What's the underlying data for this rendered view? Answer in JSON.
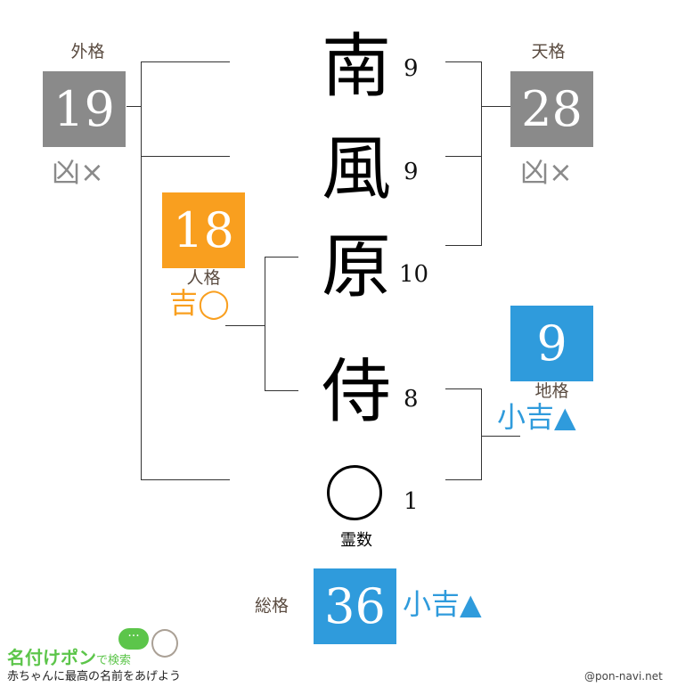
{
  "name_chars": [
    {
      "char": "南",
      "strokes": "9"
    },
    {
      "char": "風",
      "strokes": "9"
    },
    {
      "char": "原",
      "strokes": "10"
    },
    {
      "char": "侍",
      "strokes": "8"
    }
  ],
  "reisu": {
    "strokes": "1",
    "label": "霊数"
  },
  "gaikaku": {
    "label": "外格",
    "value": "19",
    "fortune": "凶×",
    "color": "#8a8a8a"
  },
  "tenkaku": {
    "label": "天格",
    "value": "28",
    "fortune": "凶×",
    "color": "#8a8a8a"
  },
  "jinkaku": {
    "label": "人格",
    "value": "18",
    "fortune": "吉◯",
    "color": "#f99f1f"
  },
  "chikaku": {
    "label": "地格",
    "value": "9",
    "fortune": "小吉▲",
    "color": "#2f9bdc"
  },
  "soukaku": {
    "label": "総格",
    "value": "36",
    "fortune": "小吉▲",
    "color": "#2f9bdc"
  },
  "logo": {
    "title": "名付けポン",
    "suffix": "で検索",
    "tagline": "赤ちゃんに最高の名前をあげよう"
  },
  "credit": "@pon-navi.net"
}
